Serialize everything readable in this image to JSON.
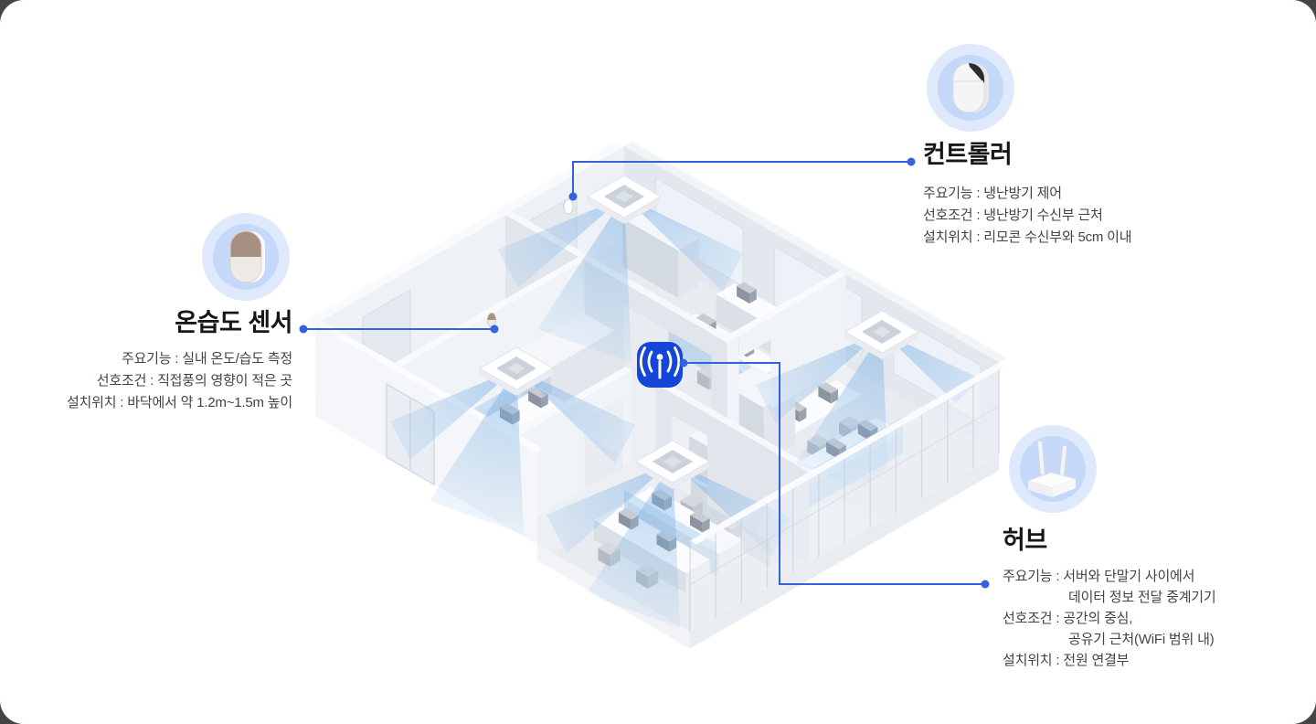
{
  "callouts": {
    "controller": {
      "title": "컨트롤러",
      "lines": [
        "주요기능 : 냉난방기 제어",
        "선호조건 : 냉난방기 수신부 근처",
        "설치위치 : 리모콘 수신부와 5cm 이내"
      ]
    },
    "sensor": {
      "title": "온습도 센서",
      "lines": [
        "주요기능 : 실내 온도/습도 측정",
        "선호조건 : 직접풍의 영향이 적은 곳",
        "설치위치 : 바닥에서 약 1.2m~1.5m 높이"
      ]
    },
    "hub": {
      "title": "허브",
      "lines": [
        "주요기능 : 서버와 단말기 사이에서",
        "데이터 정보 전달 중계기기",
        "선호조건 : 공간의 중심,",
        "공유기 근처(WiFi 범위 내)",
        "설치위치 : 전원 연결부"
      ]
    }
  },
  "devices": {
    "hub_badge_icon": "broadcast-icon",
    "controller_icon": "controller-device",
    "sensor_icon": "temperature-humidity-sensor-device",
    "hub_icon": "hub-router-device"
  },
  "colors": {
    "accent": "#3560e0",
    "hub_badge": "#1646d8",
    "beam": "#7fb2e4",
    "icon_circle_outer": "#dfe9fc",
    "icon_circle_inner": "#c6d8f9"
  }
}
